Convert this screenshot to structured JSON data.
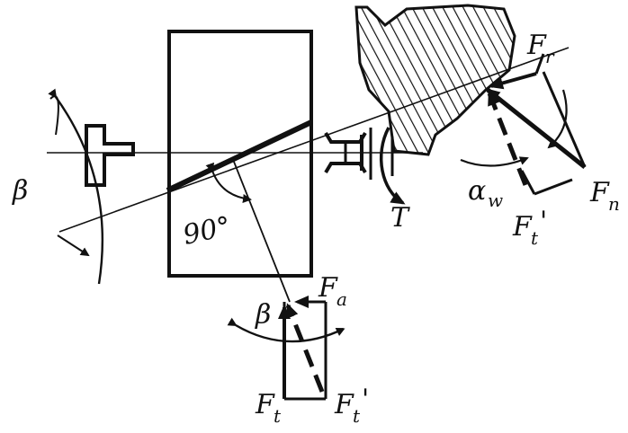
{
  "diagram": {
    "labels": {
      "beta_left": "β",
      "angle_90": "90°",
      "torque": "T",
      "fr": "F",
      "fr_sub": "r",
      "fn": "F",
      "fn_sub": "n",
      "alpha": "α",
      "alpha_sub": "w",
      "ft_prime_right": "F",
      "ft_prime_right_sub": "t",
      "ft_prime_right_mark": "'",
      "fa": "F",
      "fa_sub": "a",
      "beta_bottom": "β",
      "ft": "F",
      "ft_sub": "t",
      "ft_prime_bottom": "F",
      "ft_prime_bottom_sub": "t",
      "ft_prime_bottom_mark": "'"
    },
    "colors": {
      "ink": "#111111",
      "paper": "#ffffff"
    },
    "angles_deg": {
      "helix": 20,
      "right_angle": 90
    }
  }
}
